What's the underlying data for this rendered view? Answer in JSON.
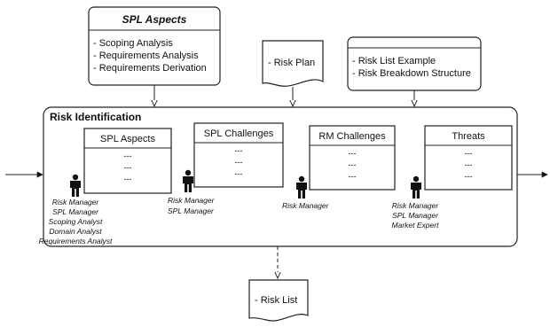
{
  "top_inputs": {
    "spl_aspects": {
      "title": "SPL Aspects",
      "items": [
        "- Scoping Analysis",
        "- Requirements Analysis",
        "- Requirements Derivation"
      ]
    },
    "risk_plan": {
      "label": "- Risk Plan"
    },
    "risk_examples": {
      "items": [
        "- Risk List Example",
        "- Risk Breakdown Structure"
      ]
    }
  },
  "process": {
    "title": "Risk Identification",
    "activities": [
      {
        "title": "SPL Aspects",
        "lines": [
          "---",
          "---",
          "---"
        ],
        "roles": [
          "Risk Manager",
          "SPL Manager",
          "Scoping Analyst",
          "Domain Analyst",
          "Requirements Analyst"
        ]
      },
      {
        "title": "SPL Challenges",
        "lines": [
          "---",
          "---",
          "---"
        ],
        "roles": [
          "Risk Manager",
          "SPL Manager"
        ]
      },
      {
        "title": "RM Challenges",
        "lines": [
          "---",
          "---",
          "---"
        ],
        "roles": [
          "Risk Manager"
        ]
      },
      {
        "title": "Threats",
        "lines": [
          "---",
          "---",
          "---"
        ],
        "roles": [
          "Risk Manager",
          "SPL Manager",
          "Market Expert"
        ]
      }
    ]
  },
  "output": {
    "label": "- Risk List"
  }
}
